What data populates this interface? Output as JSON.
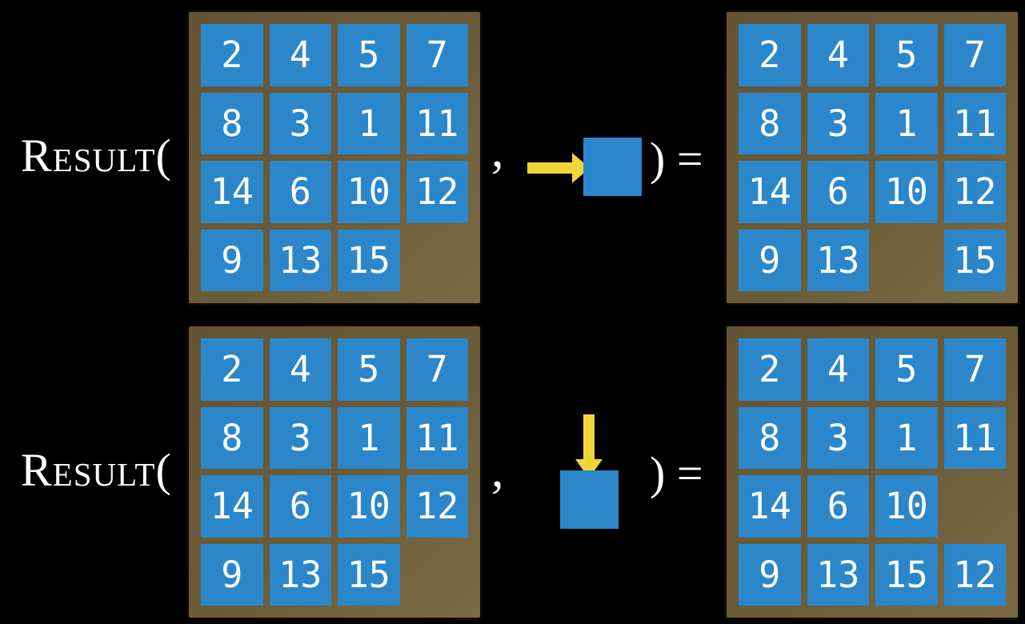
{
  "figure": {
    "colors": {
      "background": "#000000",
      "tile_blue": "#2b87c9",
      "frame_brown": "#6b5b38",
      "frame_brown_light": "#7b6b44",
      "arrow_yellow": "#efd636",
      "text_white": "#ffffff"
    },
    "rows": [
      {
        "function_label": "Result(",
        "comma": ",",
        "action": {
          "move_direction": "right",
          "arrow_icon": "arrow-right-icon"
        },
        "equals_label": ") =",
        "input_grid": [
          2,
          4,
          5,
          7,
          8,
          3,
          1,
          11,
          14,
          6,
          10,
          12,
          9,
          13,
          15,
          null
        ],
        "output_grid": [
          2,
          4,
          5,
          7,
          8,
          3,
          1,
          11,
          14,
          6,
          10,
          12,
          9,
          13,
          null,
          15
        ]
      },
      {
        "function_label": "Result(",
        "comma": ",",
        "action": {
          "move_direction": "down",
          "arrow_icon": "arrow-down-icon"
        },
        "equals_label": ") =",
        "input_grid": [
          2,
          4,
          5,
          7,
          8,
          3,
          1,
          11,
          14,
          6,
          10,
          12,
          9,
          13,
          15,
          null
        ],
        "output_grid": [
          2,
          4,
          5,
          7,
          8,
          3,
          1,
          11,
          14,
          6,
          10,
          null,
          9,
          13,
          15,
          12
        ]
      }
    ]
  }
}
